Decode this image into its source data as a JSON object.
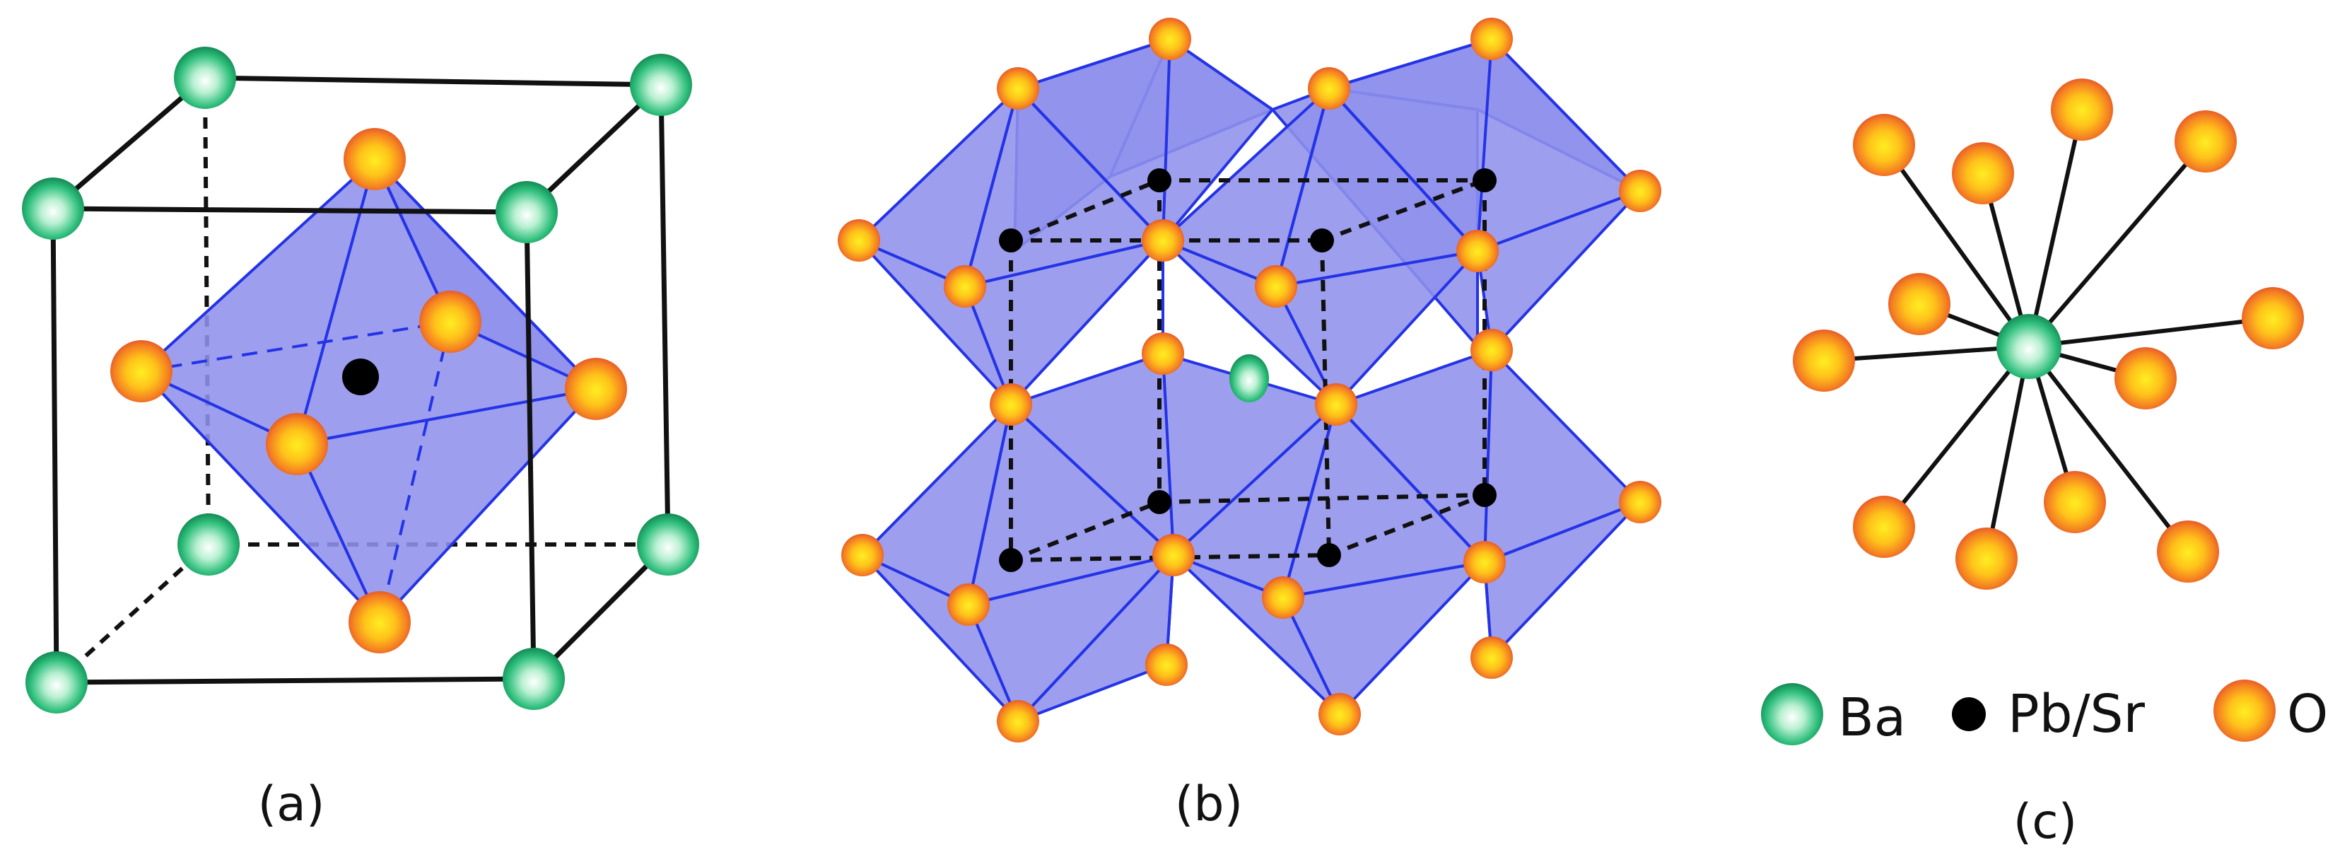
{
  "panels": {
    "a": {
      "caption": "(a)"
    },
    "b": {
      "caption": "(b)"
    },
    "c": {
      "caption": "(c)"
    }
  },
  "legend": {
    "items": [
      {
        "label": "Ba",
        "atom": "ba-atom-icon"
      },
      {
        "label": "Pb/Sr",
        "atom": "pb-sr-atom-icon"
      },
      {
        "label": "O",
        "atom": "o-atom-icon"
      }
    ]
  },
  "colors": {
    "ba": "#1faa6a",
    "pbsr": "#000000",
    "o": "#f57a1f",
    "octahedron_fill": "#8f92ec",
    "octahedron_edge": "#2433e6"
  }
}
